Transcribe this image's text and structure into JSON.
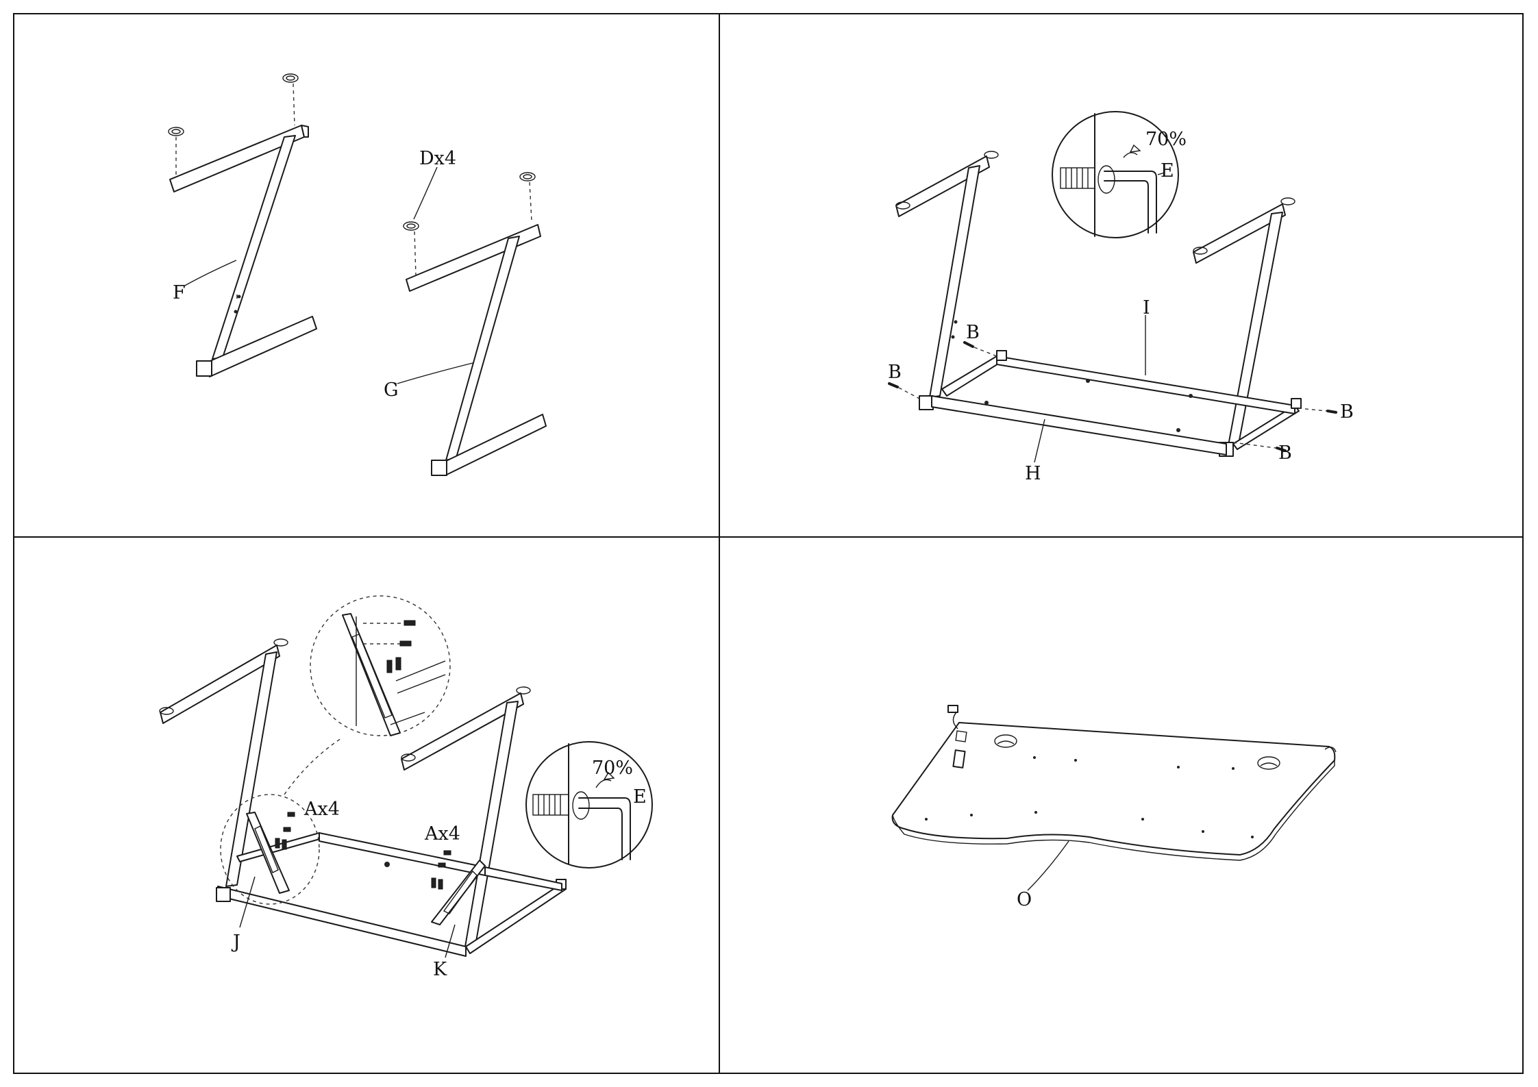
{
  "panels": {
    "step1": {
      "leg_f": "F",
      "leg_g": "G",
      "feet_qty": "Dx4"
    },
    "step2": {
      "bar_i": "I",
      "bar_h": "H",
      "bolt_b": "B",
      "detail_torque": "70%",
      "detail_key": "E"
    },
    "step3": {
      "bracket_j": "J",
      "bracket_k": "K",
      "screws_left_qty": "Ax4",
      "screws_right_qty": "Ax4",
      "detail_torque": "70%",
      "detail_key": "E"
    },
    "step4": {
      "desktop_o": "O"
    }
  },
  "colors": {
    "line": "#1a1a1a",
    "background": "#ffffff"
  }
}
